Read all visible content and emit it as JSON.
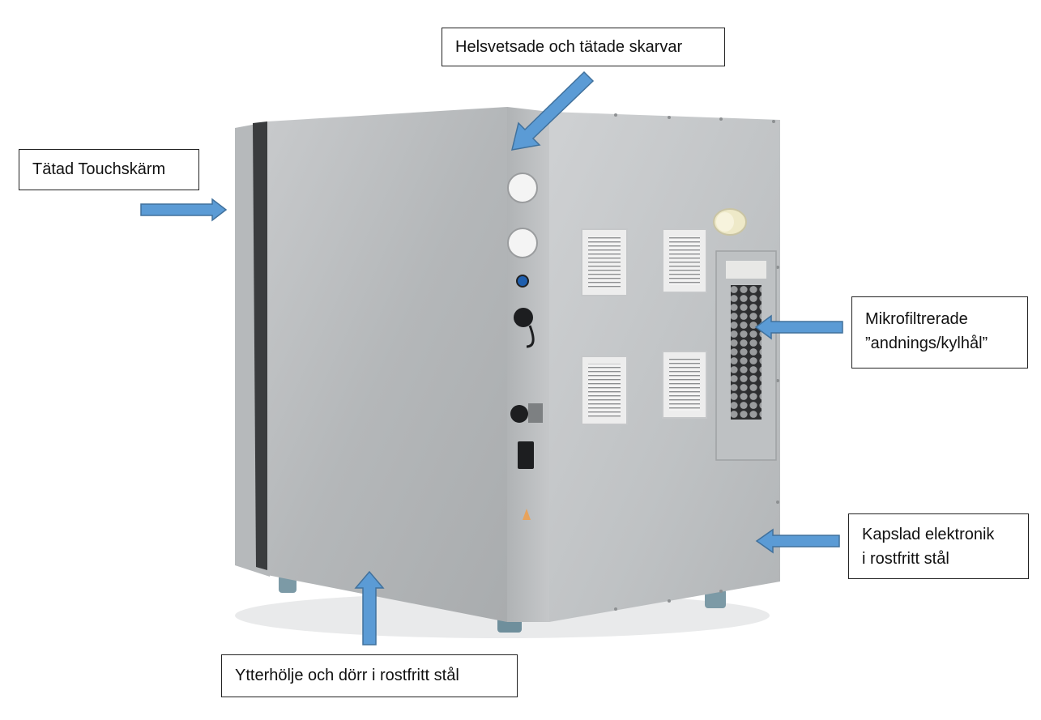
{
  "callouts": {
    "seams": "Helsvetsade och tätade skarvar",
    "touchscreen": "Tätad Touchskärm",
    "filter_line1": "Mikrofiltrerade",
    "filter_line2": "”andnings/kylhål”",
    "electronics_line1": "Kapslad elektronik",
    "electronics_line2": "i rostfritt stål",
    "housing": "Ytterhölje och dörr i rostfritt stål"
  },
  "colors": {
    "arrow_fill": "#5b9bd5",
    "arrow_stroke": "#41719c",
    "steel_front": "#b9bcbe",
    "steel_side": "#c6c8ca"
  },
  "icons": [
    "arrow-icon",
    "cabinet-illustration",
    "vent-grille-icon",
    "honeycomb-filter-icon",
    "connector-icon"
  ]
}
